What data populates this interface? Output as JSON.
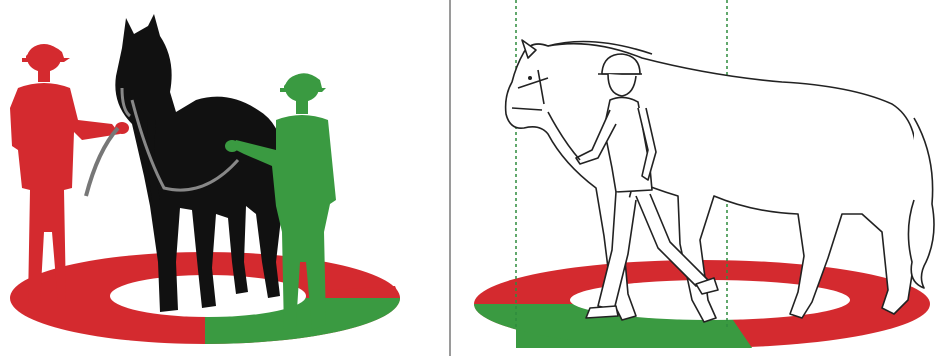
{
  "colors": {
    "danger_zone": "#d42a2f",
    "safe_zone": "#3a9a41",
    "handler_wrong": "#d42a2f",
    "handler_right": "#3a9a41",
    "horse_silhouette": "#111111",
    "line_art": "#222222",
    "guide_line": "#2e8b3d",
    "divider": "#9a9a9a"
  },
  "figures": {
    "left": {
      "description_icon": "horse-handling-position-diagram",
      "figures": [
        "handler-red-front",
        "horse-black-silhouette",
        "handler-green-shoulder"
      ]
    },
    "right": {
      "description_icon": "leading-horse-diagram",
      "figures": [
        "horse-outline",
        "handler-walking-outline",
        "safe-zone-guides"
      ]
    }
  }
}
